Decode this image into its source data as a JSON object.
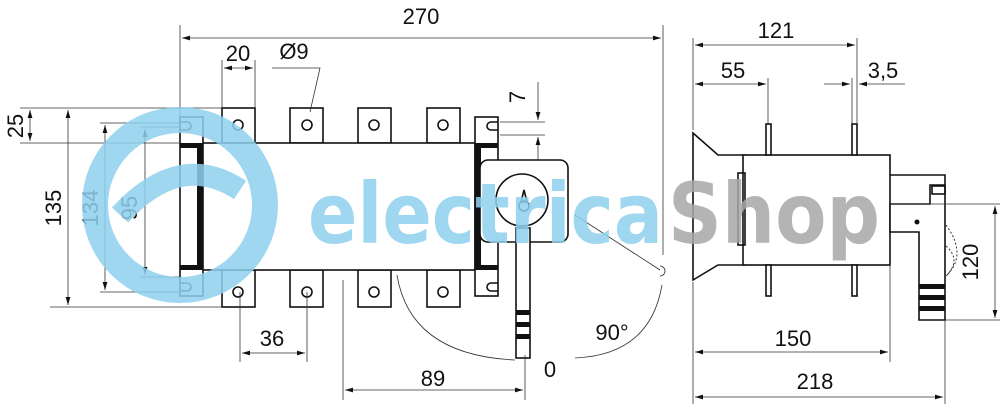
{
  "watermark": {
    "part1": "electrica",
    "part2": "Shop",
    "color1": "#8fd0ee",
    "color2": "#a8a8a8"
  },
  "front_view": {
    "dims": {
      "overall_width": "270",
      "terminal_width": "20",
      "hole_diameter": "Ø9",
      "terminal_offset": "25",
      "height_outer": "135",
      "height_mount": "134",
      "height_inner": "95",
      "pitch": "36",
      "handle_offset": "89",
      "handle_gap": "7",
      "angle": "90°",
      "position_zero": "0"
    }
  },
  "side_view": {
    "dims": {
      "depth_top": "121",
      "pin_offset": "55",
      "pin_width": "3,5",
      "body_depth": "150",
      "overall_depth": "218",
      "handle_height": "120"
    }
  }
}
